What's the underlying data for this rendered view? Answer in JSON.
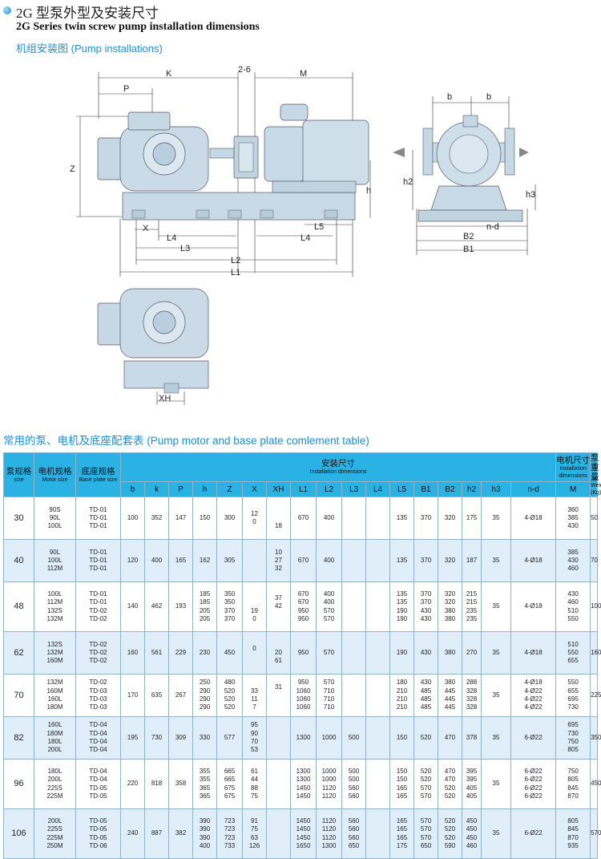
{
  "header": {
    "title_cn": "2G 型泵外型及安装尺寸",
    "title_en": "2G Series twin screw pump installation dimensions",
    "subtitle": "机组安装图 (Pump installations)"
  },
  "diagram": {
    "labels": {
      "K": "K",
      "P": "P",
      "M": "M",
      "xh_26": "2-6",
      "Z": "Z",
      "h": "h",
      "X": "X",
      "L4a": "L4",
      "L3": "L3",
      "L2": "L2",
      "L1": "L1",
      "L5": "L5",
      "L4b": "L4",
      "b1": "b",
      "b2": "b",
      "h2": "h2",
      "h3": "h3",
      "nd": "n-d",
      "B2": "B2",
      "B1": "B1",
      "XH": "XH"
    }
  },
  "table": {
    "section_title": "常用的泵、电机及底座配套表 (Pump motor and base plate comlement table)",
    "headers": {
      "size_cn": "泵规格",
      "size_en": "size",
      "motor_cn": "电机规格",
      "motor_en": "Motor size",
      "base_cn": "底座规格",
      "base_en": "Base plate size",
      "install_cn": "安装尺寸",
      "install_en": "Installation dimensions",
      "motordim_cn": "电机尺寸",
      "motordim_en": "Installation dimensions",
      "weight_cn": "泵重量",
      "weight_en": "Weight (Kg)",
      "cols": [
        "b",
        "k",
        "P",
        "h",
        "Z",
        "X",
        "XH",
        "L1",
        "L2",
        "L3",
        "L4",
        "L5",
        "B1",
        "B2",
        "h2",
        "h3",
        "n-d"
      ],
      "motor_col": "M"
    },
    "rows": [
      {
        "size": "30",
        "motor": "90S\n90L\n100L",
        "base": "TD-01\nTD-01\nTD-01",
        "b": "100",
        "k": "352",
        "P": "147",
        "h": "150",
        "Z": "300",
        "X": "12\n0\n ",
        "XH": " \n \n18",
        "L1": "670",
        "L2": "400",
        "L3": "",
        "L4": "",
        "L5": "135",
        "B1": "370",
        "B2": "320",
        "h2": "175",
        "h3": "35",
        "nd": "4-Ø18",
        "M": "360\n385\n430",
        "weight": "50"
      },
      {
        "size": "40",
        "motor": "90L\n100L\n112M",
        "base": "TD-01\nTD-01\nTD-01",
        "b": "120",
        "k": "400",
        "P": "165",
        "h": "162",
        "Z": "305",
        "X": "",
        "XH": "10\n27\n32",
        "L1": "670",
        "L2": "400",
        "L3": "",
        "L4": "",
        "L5": "135",
        "B1": "370",
        "B2": "320",
        "h2": "187",
        "h3": "35",
        "nd": "4-Ø18",
        "M": "385\n430\n460",
        "weight": "70"
      },
      {
        "size": "48",
        "motor": "100L\n112M\n132S\n132M",
        "base": "TD-01\nTD-01\nTD-02\nTD-02",
        "b": "140",
        "k": "462",
        "P": "193",
        "h": "185\n185\n205\n205",
        "Z": "350\n350\n370\n370",
        "X": " \n \n19\n0",
        "XH": "37\n42\n \n ",
        "L1": "670\n670\n950\n950",
        "L2": "400\n400\n570\n570",
        "L3": "",
        "L4": "",
        "L5": "135\n135\n190\n190",
        "B1": "370\n370\n430\n430",
        "B2": "320\n320\n380\n380",
        "h2": "215\n215\n235\n235",
        "h3": "35",
        "nd": "4-Ø18",
        "M": "430\n460\n510\n550",
        "weight": "100"
      },
      {
        "size": "62",
        "motor": "132S\n132M\n160M",
        "base": "TD-02\nTD-02\nTD-02",
        "b": "160",
        "k": "561",
        "P": "229",
        "h": "230",
        "Z": "450",
        "X": "0\n \n ",
        "XH": " \n20\n61",
        "L1": "950",
        "L2": "570",
        "L3": "",
        "L4": "",
        "L5": "190",
        "B1": "430",
        "B2": "380",
        "h2": "270",
        "h3": "35",
        "nd": "4-Ø18",
        "M": "510\n550\n655",
        "weight": "160"
      },
      {
        "size": "70",
        "motor": "132M\n160M\n160L\n180M",
        "base": "TD-02\nTD-03\nTD-03\nTD-03",
        "b": "170",
        "k": "635",
        "P": "267",
        "h": "250\n290\n290\n290",
        "Z": "480\n520\n520\n520",
        "X": " \n33\n11\n7",
        "XH": "31\n \n \n ",
        "L1": "950\n1060\n1060\n1060",
        "L2": "570\n710\n710\n710",
        "L3": "",
        "L4": "",
        "L5": "180\n210\n210\n210",
        "B1": "430\n485\n485\n485",
        "B2": "380\n445\n445\n445",
        "h2": "288\n328\n328\n328",
        "h3": "35",
        "nd": "4-Ø18\n4-Ø22\n4-Ø22\n4-Ø22",
        "M": "550\n655\n695\n730",
        "weight": "225"
      },
      {
        "size": "82",
        "motor": "160L\n180M\n180L\n200L",
        "base": "TD-04\nTD-04\nTD-04\nTD-04",
        "b": "195",
        "k": "730",
        "P": "309",
        "h": "330",
        "Z": "577",
        "X": "95\n90\n70\n53",
        "XH": "",
        "L1": "1300",
        "L2": "1000",
        "L3": "500",
        "L4": "",
        "L5": "150",
        "B1": "520",
        "B2": "470",
        "h2": "378",
        "h3": "35",
        "nd": "6-Ø22",
        "M": "695\n730\n750\n805",
        "weight": "350"
      },
      {
        "size": "96",
        "motor": "180L\n200L\n225S\n225M",
        "base": "TD-04\nTD-04\nTD-05\nTD-05",
        "b": "220",
        "k": "818",
        "P": "358",
        "h": "355\n355\n365\n365",
        "Z": "665\n665\n675\n675",
        "X": "61\n44\n88\n75",
        "XH": "",
        "L1": "1300\n1300\n1450\n1450",
        "L2": "1000\n1000\n1120\n1120",
        "L3": "500\n500\n560\n560",
        "L4": "",
        "L5": "150\n150\n165\n165",
        "B1": "520\n520\n570\n570",
        "B2": "470\n470\n520\n520",
        "h2": "395\n395\n405\n405",
        "h3": "35",
        "nd": "6-Ø22\n6-Ø22\n6-Ø22\n6-Ø22",
        "M": "750\n805\n845\n870",
        "weight": "450"
      },
      {
        "size": "106",
        "motor": "200L\n225S\n225M\n250M",
        "base": "TD-05\nTD-05\nTD-05\nTD-06",
        "b": "240",
        "k": "887",
        "P": "382",
        "h": "390\n390\n390\n400",
        "Z": "723\n723\n723\n733",
        "X": "91\n75\n63\n126",
        "XH": "",
        "L1": "1450\n1450\n1450\n1650",
        "L2": "1120\n1120\n1120\n1300",
        "L3": "560\n560\n560\n650",
        "L4": "",
        "L5": "165\n165\n165\n175",
        "B1": "570\n570\n570\n650",
        "B2": "520\n520\n520\n590",
        "h2": "450\n450\n450\n460",
        "h3": "35",
        "nd": "6-Ø22",
        "M": "805\n845\n870\n935",
        "weight": "570"
      }
    ]
  }
}
